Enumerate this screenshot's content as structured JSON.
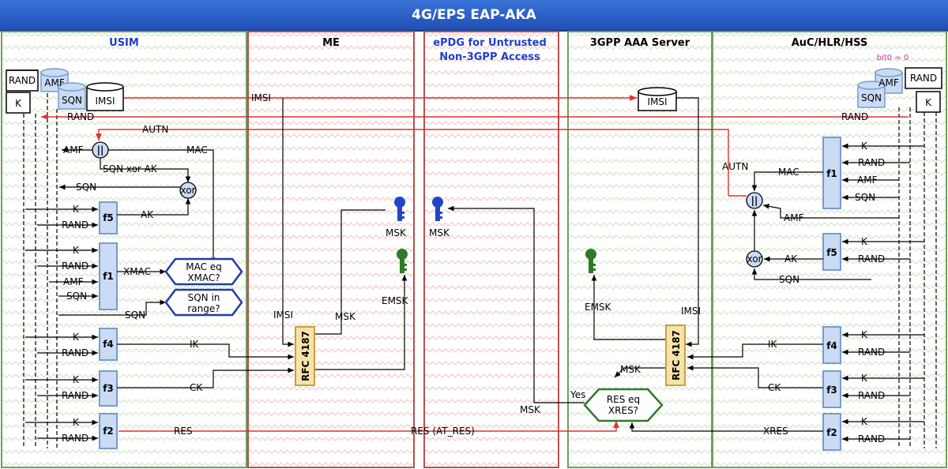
{
  "title": "4G/EPS EAP-AKA",
  "columns": {
    "usim": "USIM",
    "me": "ME",
    "epdg_line1": "ePDG for Untrusted",
    "epdg_line2": "Non-3GPP Access",
    "aaa": "3GPP AAA Server",
    "hss": "AuC/HLR/HSS"
  },
  "stores": {
    "rand": "RAND",
    "amf": "AMF",
    "k": "K",
    "sqn": "SQN",
    "imsi": "IMSI"
  },
  "hss_note": "bit0 = 0",
  "functions": {
    "f1": "f1",
    "f2": "f2",
    "f3": "f3",
    "f4": "f4",
    "f5": "f5",
    "rfc": "RFC 4187",
    "xor": "xor",
    "concat": "||"
  },
  "signals": {
    "imsi": "IMSI",
    "rand": "RAND",
    "autn": "AUTN",
    "amf": "AMF",
    "mac": "MAC",
    "sqn_xor_ak": "SQN xor AK",
    "sqn": "SQN",
    "k": "K",
    "ak": "AK",
    "xmac": "XMAC",
    "ik": "IK",
    "ck": "CK",
    "res": "RES",
    "res_at": "RES (AT_RES)",
    "xres": "XRES",
    "msk": "MSK",
    "emsk": "EMSK",
    "yes": "Yes"
  },
  "decisions": {
    "mac_l1": "MAC eq",
    "mac_l2": "XMAC?",
    "sqn_l1": "SQN in",
    "sqn_l2": "range?",
    "res_l1": "RES eq",
    "res_l2": "XRES?"
  },
  "colors": {
    "title_bar": "#2a5fc9",
    "column_border_green": "#6f9f5f",
    "column_border_red": "#b85050",
    "signal_red": "#e03030",
    "function_fill": "#c9dbf5",
    "function_stroke": "#7a9bc8",
    "decision_stroke": "#1e3ea8",
    "rfc_fill": "#f7e3a8",
    "key_blue": "#2146c9",
    "key_green": "#2f7a2a",
    "header_blue": "#1e3ec8"
  }
}
